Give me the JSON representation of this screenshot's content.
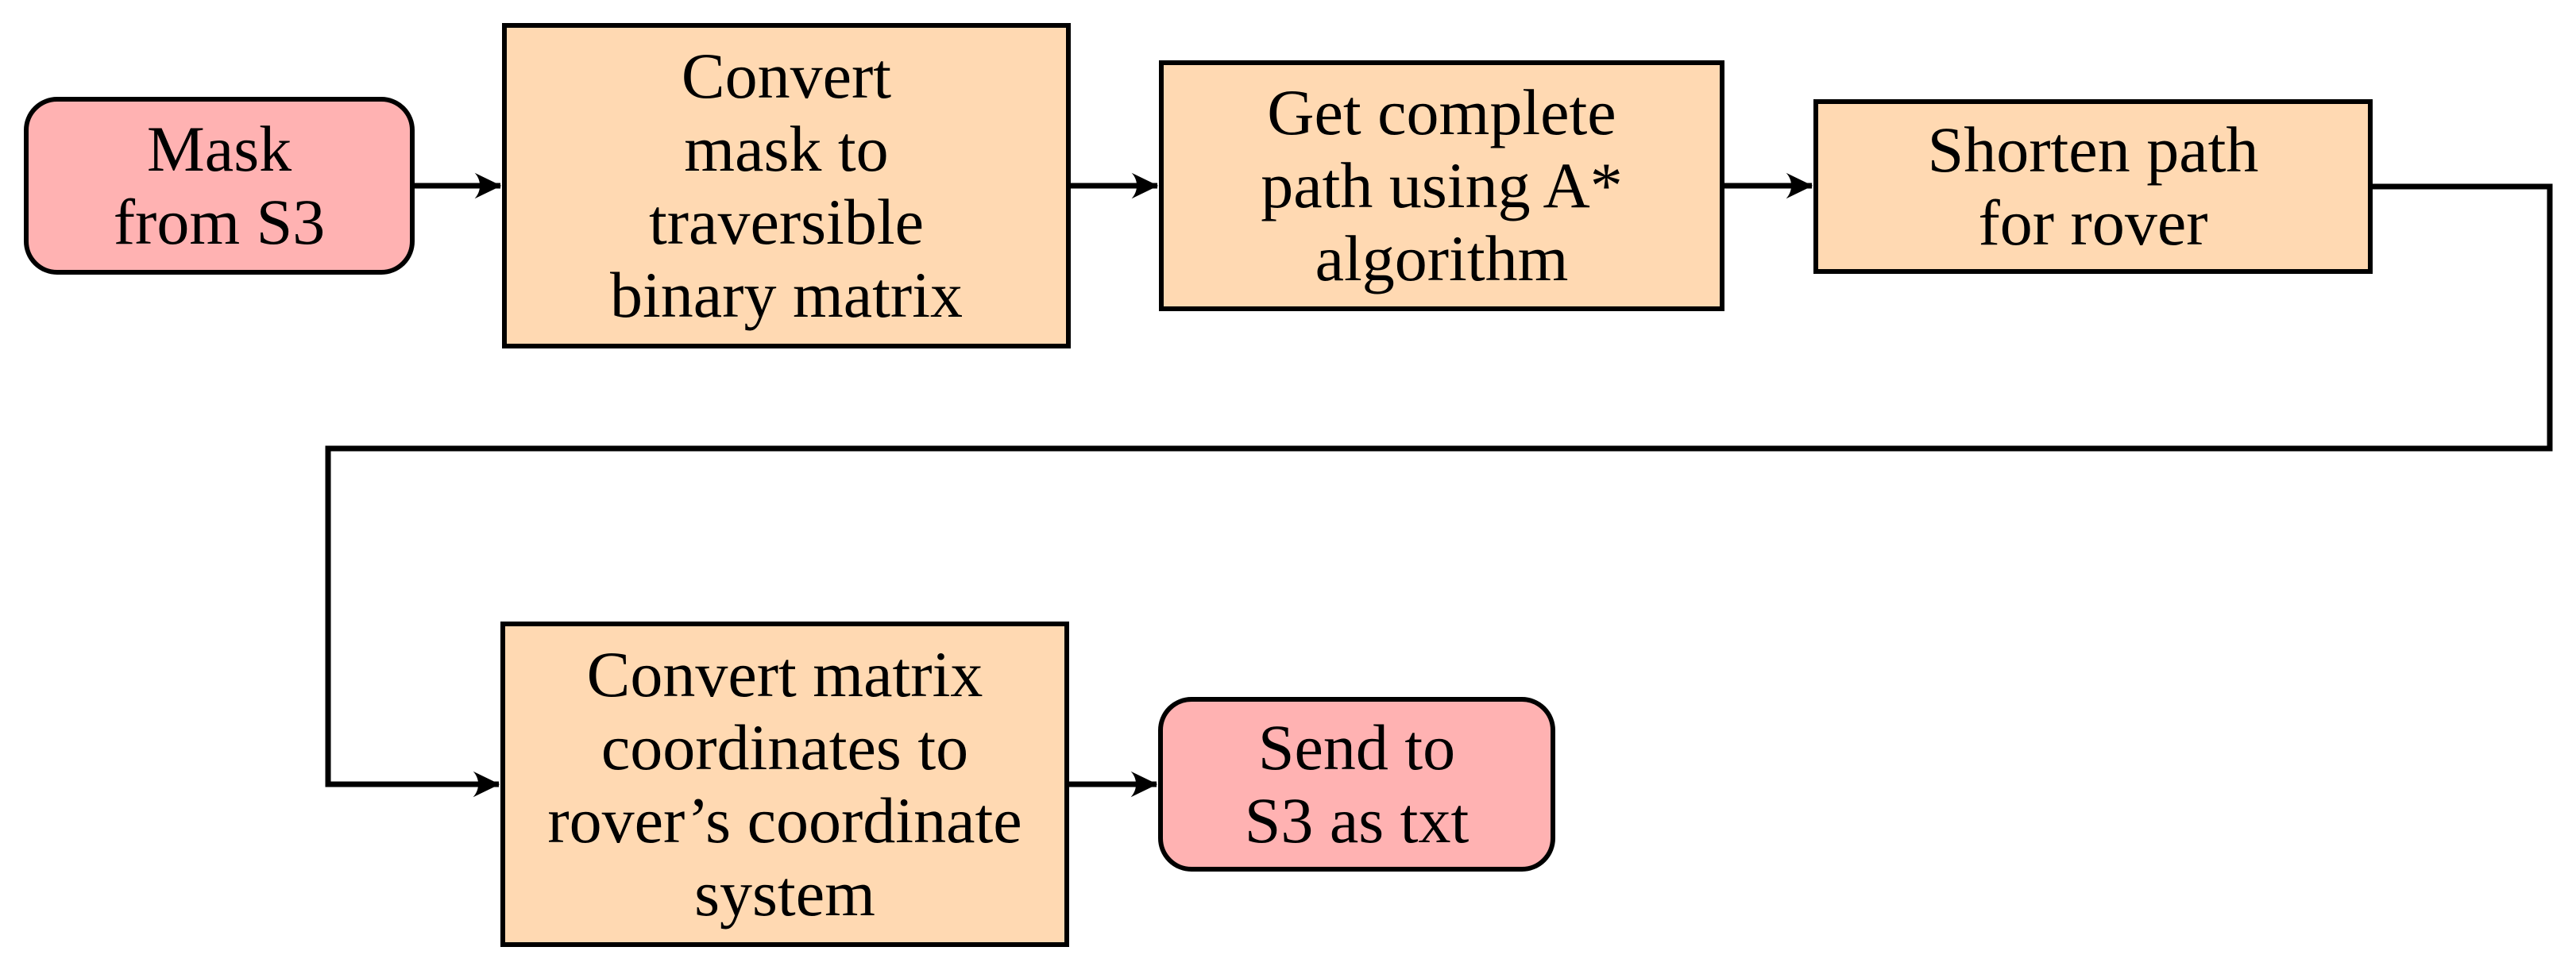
{
  "diagram": {
    "type": "flowchart",
    "description": "Pipeline for converting a mask from S3 into a rover path sent back to S3",
    "background": "#FFFFFF"
  },
  "colors": {
    "terminal_fill": "#FFB2B2",
    "process_fill": "#FFD9B2",
    "border": "#000000",
    "arrow": "#000000",
    "canvas_bg": "#FFFFFF"
  },
  "nodes": [
    {
      "id": "mask-from-s3",
      "label": "Mask\nfrom S3",
      "shape": "rounded-rectangle",
      "role": "terminal"
    },
    {
      "id": "convert-mask",
      "label": "Convert\nmask to\ntraversible\nbinary matrix",
      "shape": "rectangle",
      "role": "process"
    },
    {
      "id": "get-path",
      "label": "Get complete\npath using A*\nalgorithm",
      "shape": "rectangle",
      "role": "process"
    },
    {
      "id": "shorten-path",
      "label": "Shorten path\nfor rover",
      "shape": "rectangle",
      "role": "process"
    },
    {
      "id": "convert-coordinates",
      "label": "Convert matrix\ncoordinates to\nrover’s coordinate\nsystem",
      "shape": "rectangle",
      "role": "process"
    },
    {
      "id": "send-to-s3",
      "label": "Send to\nS3 as txt",
      "shape": "rounded-rectangle",
      "role": "terminal"
    }
  ],
  "edges": [
    {
      "from": "mask-from-s3",
      "to": "convert-mask",
      "style": "straight-arrow"
    },
    {
      "from": "convert-mask",
      "to": "get-path",
      "style": "straight-arrow"
    },
    {
      "from": "get-path",
      "to": "shorten-path",
      "style": "straight-arrow"
    },
    {
      "from": "shorten-path",
      "to": "convert-coordinates",
      "style": "orthogonal-arrow"
    },
    {
      "from": "convert-coordinates",
      "to": "send-to-s3",
      "style": "straight-arrow"
    }
  ]
}
